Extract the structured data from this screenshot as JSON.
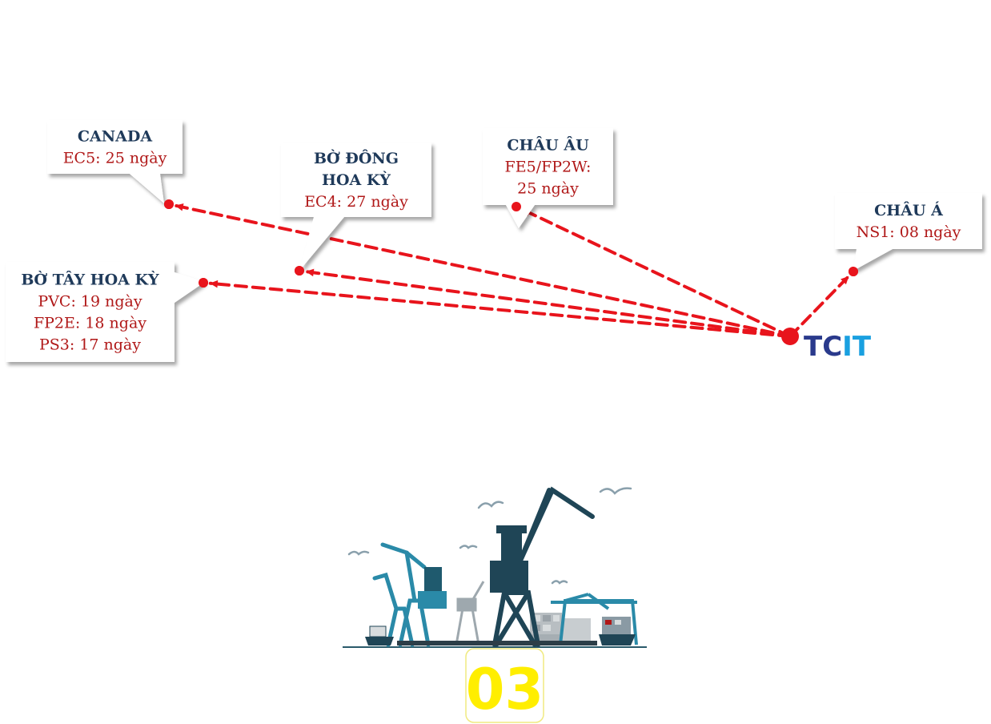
{
  "origin": {
    "logo": "TCIT"
  },
  "routes": [
    {
      "id": "canada",
      "title": [
        "CANADA"
      ],
      "lines": [
        "EC5: 25 ngày"
      ]
    },
    {
      "id": "us-east",
      "title": [
        "BỜ ĐÔNG",
        "HOA KỲ"
      ],
      "lines": [
        "EC4: 27 ngày"
      ]
    },
    {
      "id": "europe",
      "title": [
        "CHÂU ÂU"
      ],
      "lines": [
        "FE5/FP2W:",
        "25 ngày"
      ]
    },
    {
      "id": "asia",
      "title": [
        "CHÂU Á"
      ],
      "lines": [
        "NS1: 08 ngày"
      ]
    },
    {
      "id": "us-west",
      "title": [
        "BỜ TÂY HOA KỲ"
      ],
      "lines": [
        "PVC: 19 ngày",
        "FP2E: 18 ngày",
        "PS3: 17 ngày"
      ]
    }
  ],
  "badge": {
    "number": "03"
  },
  "colors": {
    "route": "#e8141c",
    "title": "#1f3a5a",
    "value": "#b01818",
    "logo_dark": "#2a3a8c",
    "logo_light": "#1aa0e0",
    "badge": "#ffee00",
    "port_dark": "#1f4556",
    "port_teal": "#2a8aa8"
  }
}
